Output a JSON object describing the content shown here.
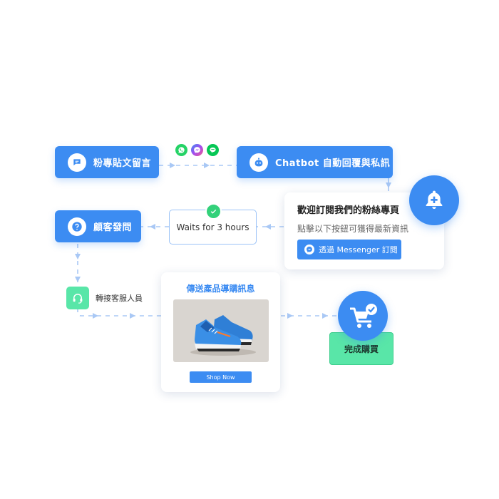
{
  "nodes": {
    "post_comment": "粉專貼文留言",
    "chatbot": "Chatbot 自動回覆與私訊",
    "customer_question": "顧客發問",
    "wait": "Waits for 3 hours",
    "transfer_agent": "轉接客服人員",
    "complete_purchase": "完成購買"
  },
  "subscribe_card": {
    "title": "歡迎訂閱我們的粉絲專頁",
    "subtitle": "點擊以下按鈕可獲得最新資訊",
    "button_label": "透過 Messenger 訂閱"
  },
  "product_card": {
    "title": "傳送產品導購訊息",
    "button_label": "Shop Now"
  },
  "channels": [
    "whatsapp-icon",
    "messenger-icon",
    "line-icon"
  ],
  "icons": {
    "post_comment": "chat-bubble-icon",
    "chatbot": "robot-icon",
    "customer_question": "question-icon",
    "wait": "check-icon",
    "subscribe": "bell-plus-icon",
    "transfer_agent": "headset-icon",
    "cart": "cart-check-icon"
  },
  "colors": {
    "primary": "#3c8cf2",
    "connector": "#a9c8f5",
    "success": "#33d17a",
    "complete_fill": "#59e6a8",
    "whatsapp": "#25d366",
    "messenger": "#8a4cf0",
    "line": "#06c755"
  }
}
